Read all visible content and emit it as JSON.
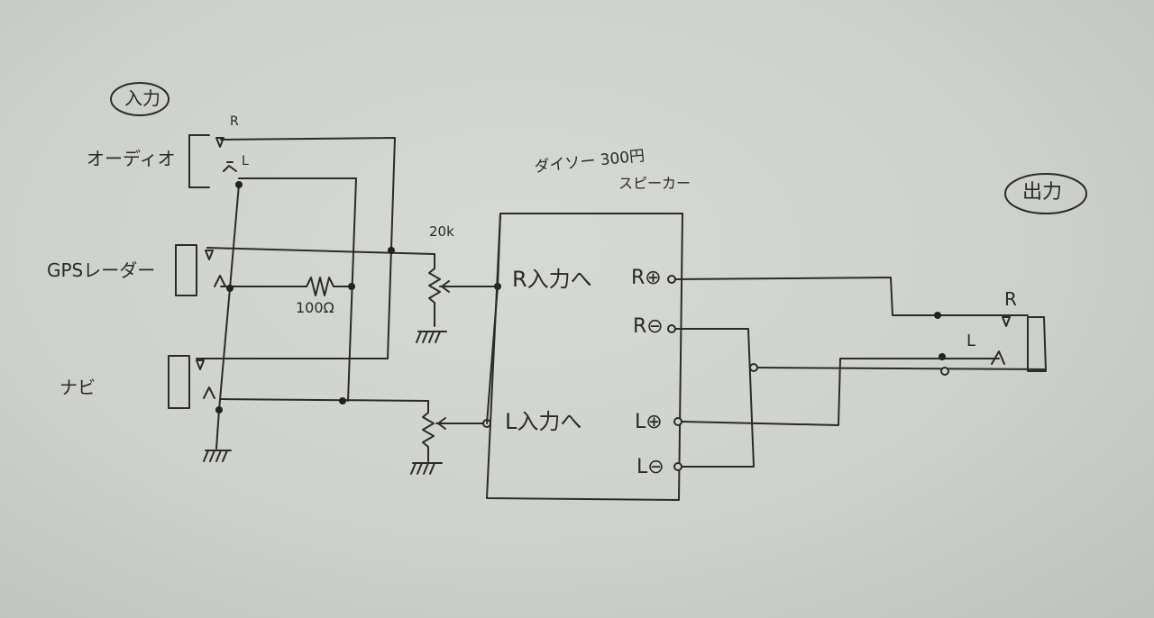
{
  "labels": {
    "input_title": "入力",
    "output_title": "出力",
    "audio": "オーディオ",
    "gps": "GPSレーダー",
    "navi": "ナビ",
    "r_top": "R",
    "l_top": "L",
    "pot_value": "20k",
    "resistor_value": "100Ω",
    "speaker_line1": "ダイソー 300円",
    "speaker_line2": "スピーカー",
    "r_input": "R入力へ",
    "l_input": "L入力へ",
    "r_plus": "R⊕",
    "r_minus": "R⊖",
    "l_plus": "L⊕",
    "l_minus": "L⊖",
    "out_r": "R",
    "out_l": "L"
  }
}
